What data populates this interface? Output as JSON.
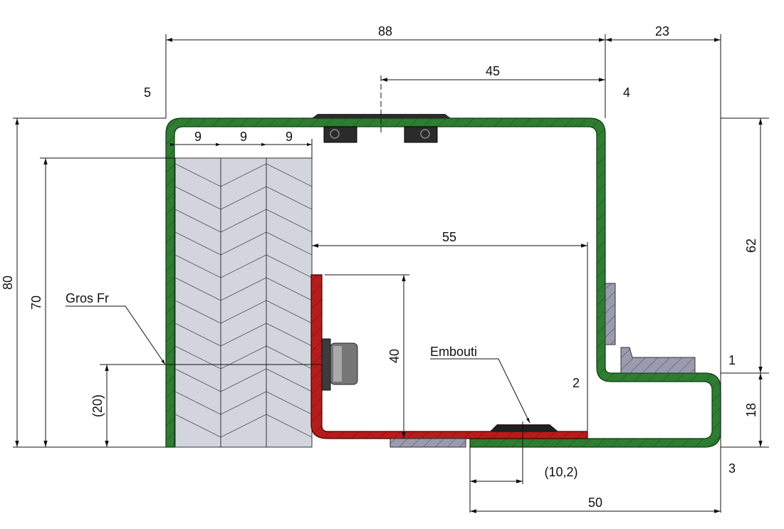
{
  "dimensions": {
    "overall_width": "88",
    "right_offset": "23",
    "top_offset": "45",
    "inner_span": "55",
    "overall_height": "80",
    "block_height": "70",
    "ref_height": "(20)",
    "inner_height": "40",
    "right_height": "62",
    "flange_height": "18",
    "embouti_offset": "(10,2)",
    "bottom_width": "50",
    "ply_1": "9",
    "ply_2": "9",
    "ply_3": "9"
  },
  "callouts": {
    "gros_fr": "Gros Fr",
    "embouti": "Embouti"
  },
  "zones": {
    "z1": "1",
    "z2": "2",
    "z3": "3",
    "z4": "4",
    "z5": "5"
  },
  "colors": {
    "outer_profile": "#2e7d32",
    "inner_profile": "#b71c1c",
    "wood_fill": "#d3d5de",
    "plate_fill": "#9a9cae",
    "block_dark": "#2b2b2b"
  }
}
